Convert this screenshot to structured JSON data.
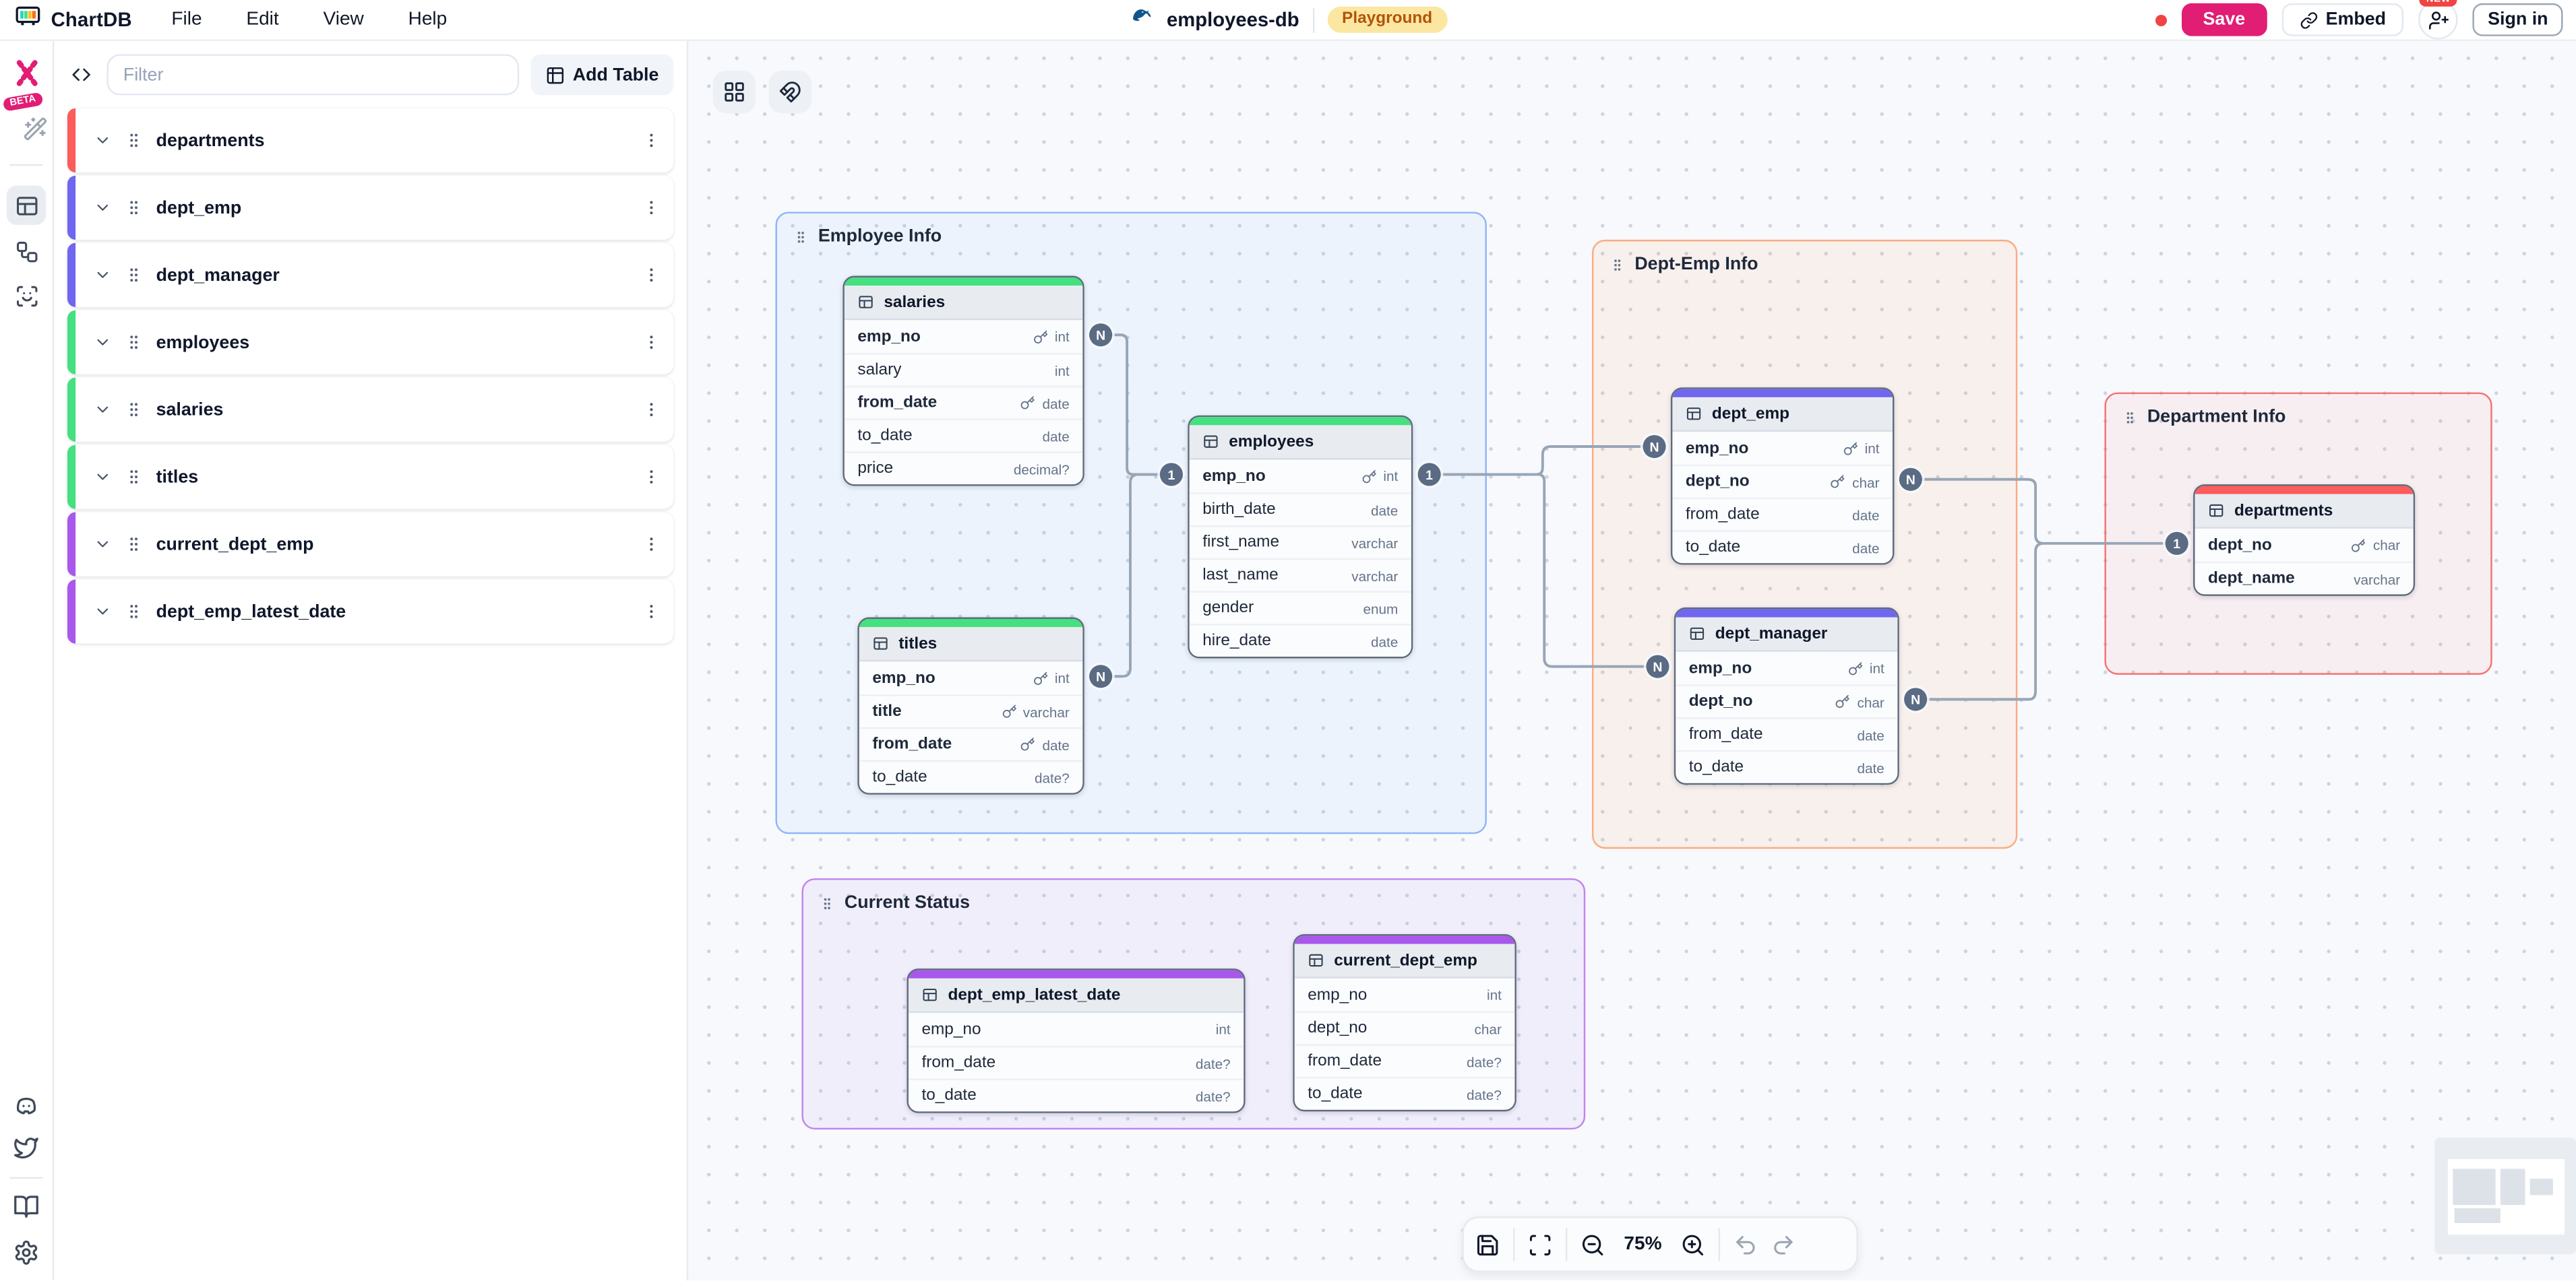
{
  "app": {
    "name": "ChartDB"
  },
  "menu_bar": {
    "items": [
      "File",
      "Edit",
      "View",
      "Help"
    ]
  },
  "header": {
    "db_type": "MySQL",
    "diagram_name": "employees-db",
    "environment_badge": "Playground",
    "save_label": "Save",
    "embed_label": "Embed",
    "new_badge": "NEW",
    "sign_in_label": "Sign in"
  },
  "activity_bar": {
    "beta_badge": "BETA"
  },
  "sidebar": {
    "filter_placeholder": "Filter",
    "add_table_label": "Add Table",
    "tables": [
      {
        "name": "departments",
        "color": "#fb5c5c"
      },
      {
        "name": "dept_emp",
        "color": "#7066f0"
      },
      {
        "name": "dept_manager",
        "color": "#7066f0"
      },
      {
        "name": "employees",
        "color": "#45e07f"
      },
      {
        "name": "salaries",
        "color": "#45e07f"
      },
      {
        "name": "titles",
        "color": "#45e07f"
      },
      {
        "name": "current_dept_emp",
        "color": "#a958ec"
      },
      {
        "name": "dept_emp_latest_date",
        "color": "#a958ec"
      }
    ]
  },
  "canvas": {
    "areas": [
      {
        "label": "Employee Info",
        "border": "#8fb5f7",
        "bg": "rgba(96,165,250,0.07)"
      },
      {
        "label": "Dept-Emp Info",
        "border": "#fcab80",
        "bg": "rgba(251,146,60,0.08)"
      },
      {
        "label": "Department Info",
        "border": "#f87171",
        "bg": "rgba(248,113,113,0.08)"
      },
      {
        "label": "Current Status",
        "border": "#c383ec",
        "bg": "rgba(192,132,252,0.09)"
      }
    ],
    "tables": [
      {
        "name": "salaries",
        "accent": "#45e07f",
        "fields": [
          {
            "name": "emp_no",
            "type": "int",
            "pk": true
          },
          {
            "name": "salary",
            "type": "int",
            "pk": false
          },
          {
            "name": "from_date",
            "type": "date",
            "pk": true
          },
          {
            "name": "to_date",
            "type": "date",
            "pk": false
          },
          {
            "name": "price",
            "type": "decimal?",
            "pk": false
          }
        ]
      },
      {
        "name": "employees",
        "accent": "#45e07f",
        "fields": [
          {
            "name": "emp_no",
            "type": "int",
            "pk": true
          },
          {
            "name": "birth_date",
            "type": "date",
            "pk": false
          },
          {
            "name": "first_name",
            "type": "varchar",
            "pk": false
          },
          {
            "name": "last_name",
            "type": "varchar",
            "pk": false
          },
          {
            "name": "gender",
            "type": "enum",
            "pk": false
          },
          {
            "name": "hire_date",
            "type": "date",
            "pk": false
          }
        ]
      },
      {
        "name": "titles",
        "accent": "#45e07f",
        "fields": [
          {
            "name": "emp_no",
            "type": "int",
            "pk": true
          },
          {
            "name": "title",
            "type": "varchar",
            "pk": true
          },
          {
            "name": "from_date",
            "type": "date",
            "pk": true
          },
          {
            "name": "to_date",
            "type": "date?",
            "pk": false
          }
        ]
      },
      {
        "name": "dept_emp",
        "accent": "#7066f0",
        "fields": [
          {
            "name": "emp_no",
            "type": "int",
            "pk": true
          },
          {
            "name": "dept_no",
            "type": "char",
            "pk": true
          },
          {
            "name": "from_date",
            "type": "date",
            "pk": false
          },
          {
            "name": "to_date",
            "type": "date",
            "pk": false
          }
        ]
      },
      {
        "name": "dept_manager",
        "accent": "#7066f0",
        "fields": [
          {
            "name": "emp_no",
            "type": "int",
            "pk": true
          },
          {
            "name": "dept_no",
            "type": "char",
            "pk": true
          },
          {
            "name": "from_date",
            "type": "date",
            "pk": false
          },
          {
            "name": "to_date",
            "type": "date",
            "pk": false
          }
        ]
      },
      {
        "name": "departments",
        "accent": "#fb5c5c",
        "fields": [
          {
            "name": "dept_no",
            "type": "char",
            "pk": true
          },
          {
            "name": "dept_name",
            "type": "varchar",
            "pk": false,
            "bold": true
          }
        ]
      },
      {
        "name": "dept_emp_latest_date",
        "accent": "#a958ec",
        "fields": [
          {
            "name": "emp_no",
            "type": "int",
            "pk": false
          },
          {
            "name": "from_date",
            "type": "date?",
            "pk": false
          },
          {
            "name": "to_date",
            "type": "date?",
            "pk": false
          }
        ]
      },
      {
        "name": "current_dept_emp",
        "accent": "#a958ec",
        "fields": [
          {
            "name": "emp_no",
            "type": "int",
            "pk": false
          },
          {
            "name": "dept_no",
            "type": "char",
            "pk": false
          },
          {
            "name": "from_date",
            "type": "date?",
            "pk": false
          },
          {
            "name": "to_date",
            "type": "date?",
            "pk": false
          }
        ]
      }
    ],
    "relationships": [
      {
        "from": "salaries.emp_no",
        "from_card": "N",
        "to": "employees.emp_no",
        "to_card": "1"
      },
      {
        "from": "titles.emp_no",
        "from_card": "N",
        "to": "employees.emp_no",
        "to_card": "1"
      },
      {
        "from": "dept_emp.emp_no",
        "from_card": "N",
        "to": "employees.emp_no",
        "to_card": "1"
      },
      {
        "from": "dept_manager.emp_no",
        "from_card": "N",
        "to": "employees.emp_no",
        "to_card": "1"
      },
      {
        "from": "dept_emp.dept_no",
        "from_card": "N",
        "to": "departments.dept_no",
        "to_card": "1"
      },
      {
        "from": "dept_manager.dept_no",
        "from_card": "N",
        "to": "departments.dept_no",
        "to_card": "1"
      }
    ],
    "badges": [
      {
        "id": "salaries-right",
        "label": "N"
      },
      {
        "id": "employees-left",
        "label": "1"
      },
      {
        "id": "employees-right",
        "label": "1"
      },
      {
        "id": "titles-right",
        "label": "N"
      },
      {
        "id": "dept_emp-left",
        "label": "N"
      },
      {
        "id": "dept_emp-right",
        "label": "N"
      },
      {
        "id": "dept_manager-left",
        "label": "N"
      },
      {
        "id": "dept_manager-right",
        "label": "N"
      },
      {
        "id": "departments-left",
        "label": "1"
      }
    ]
  },
  "toolbar": {
    "zoom_level": "75%"
  }
}
